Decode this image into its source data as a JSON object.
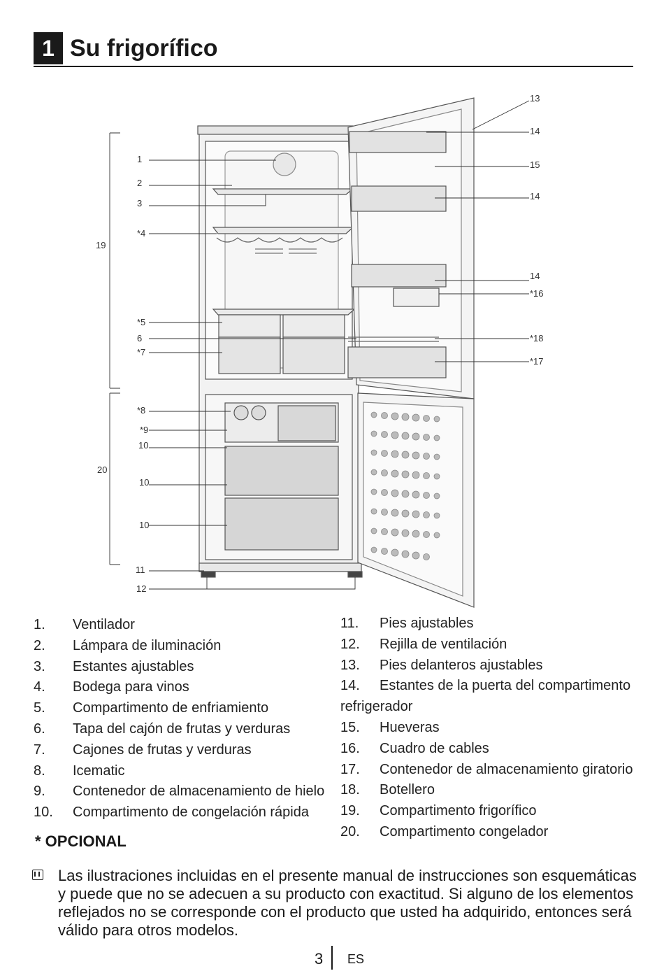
{
  "header": {
    "number": "1",
    "title": "Su frigorífico"
  },
  "diagram": {
    "labels": {
      "l1": "1",
      "l2": "2",
      "l3": "3",
      "l4": "*4",
      "l5": "*5",
      "l6": "6",
      "l7": "*7",
      "l8": "*8",
      "l9": "*9",
      "l10a": "10",
      "l10b": "10",
      "l10c": "10",
      "l11": "11",
      "l12": "12",
      "l13": "13",
      "l14a": "14",
      "l15": "15",
      "l14b": "14",
      "l14c": "14",
      "l16": "*16",
      "l18": "*18",
      "l17": "*17",
      "l19": "19",
      "l20": "20"
    }
  },
  "parts_left": [
    {
      "num": "1.",
      "text": "Ventilador"
    },
    {
      "num": "2.",
      "text": "Lámpara de iluminación"
    },
    {
      "num": "3.",
      "text": "Estantes ajustables"
    },
    {
      "num": "4.",
      "text": "Bodega para vinos"
    },
    {
      "num": "5.",
      "text": "Compartimento de enfriamiento"
    },
    {
      "num": "6.",
      "text": "Tapa del cajón de frutas y verduras"
    },
    {
      "num": "7.",
      "text": "Cajones de frutas y verduras"
    },
    {
      "num": "8.",
      "text": "Icematic"
    },
    {
      "num": "9.",
      "text": "Contenedor de almacenamiento de hielo"
    },
    {
      "num": "10.",
      "text": "Compartimento de congelación rápida"
    }
  ],
  "parts_right": [
    {
      "num": "11.",
      "text": "Pies ajustables"
    },
    {
      "num": "12.",
      "text": "Rejilla de ventilación"
    },
    {
      "num": "13.",
      "text": "Pies delanteros ajustables"
    },
    {
      "num": "14.",
      "text": "Estantes de la puerta del compartimento",
      "cont": "refrigerador"
    },
    {
      "num": "15.",
      "text": "Hueveras"
    },
    {
      "num": "16.",
      "text": "Cuadro de cables"
    },
    {
      "num": "17.",
      "text": "Contenedor de almacenamiento giratorio"
    },
    {
      "num": "18.",
      "text": "Botellero"
    },
    {
      "num": "19.",
      "text": "Compartimento frigorífico"
    },
    {
      "num": "20.",
      "text": "Compartimento congelador"
    }
  ],
  "optional_label": "* OPCIONAL",
  "note": {
    "icon": "info-icon",
    "text": "Las ilustraciones incluidas en el presente manual de instrucciones son esquemáticas y puede que no se adecuen a su producto con exactitud. Si alguno de los elementos reflejados no se corresponde con el producto que usted ha adquirido, entonces será válido para otros modelos."
  },
  "footer": {
    "page": "3",
    "lang": "ES"
  }
}
